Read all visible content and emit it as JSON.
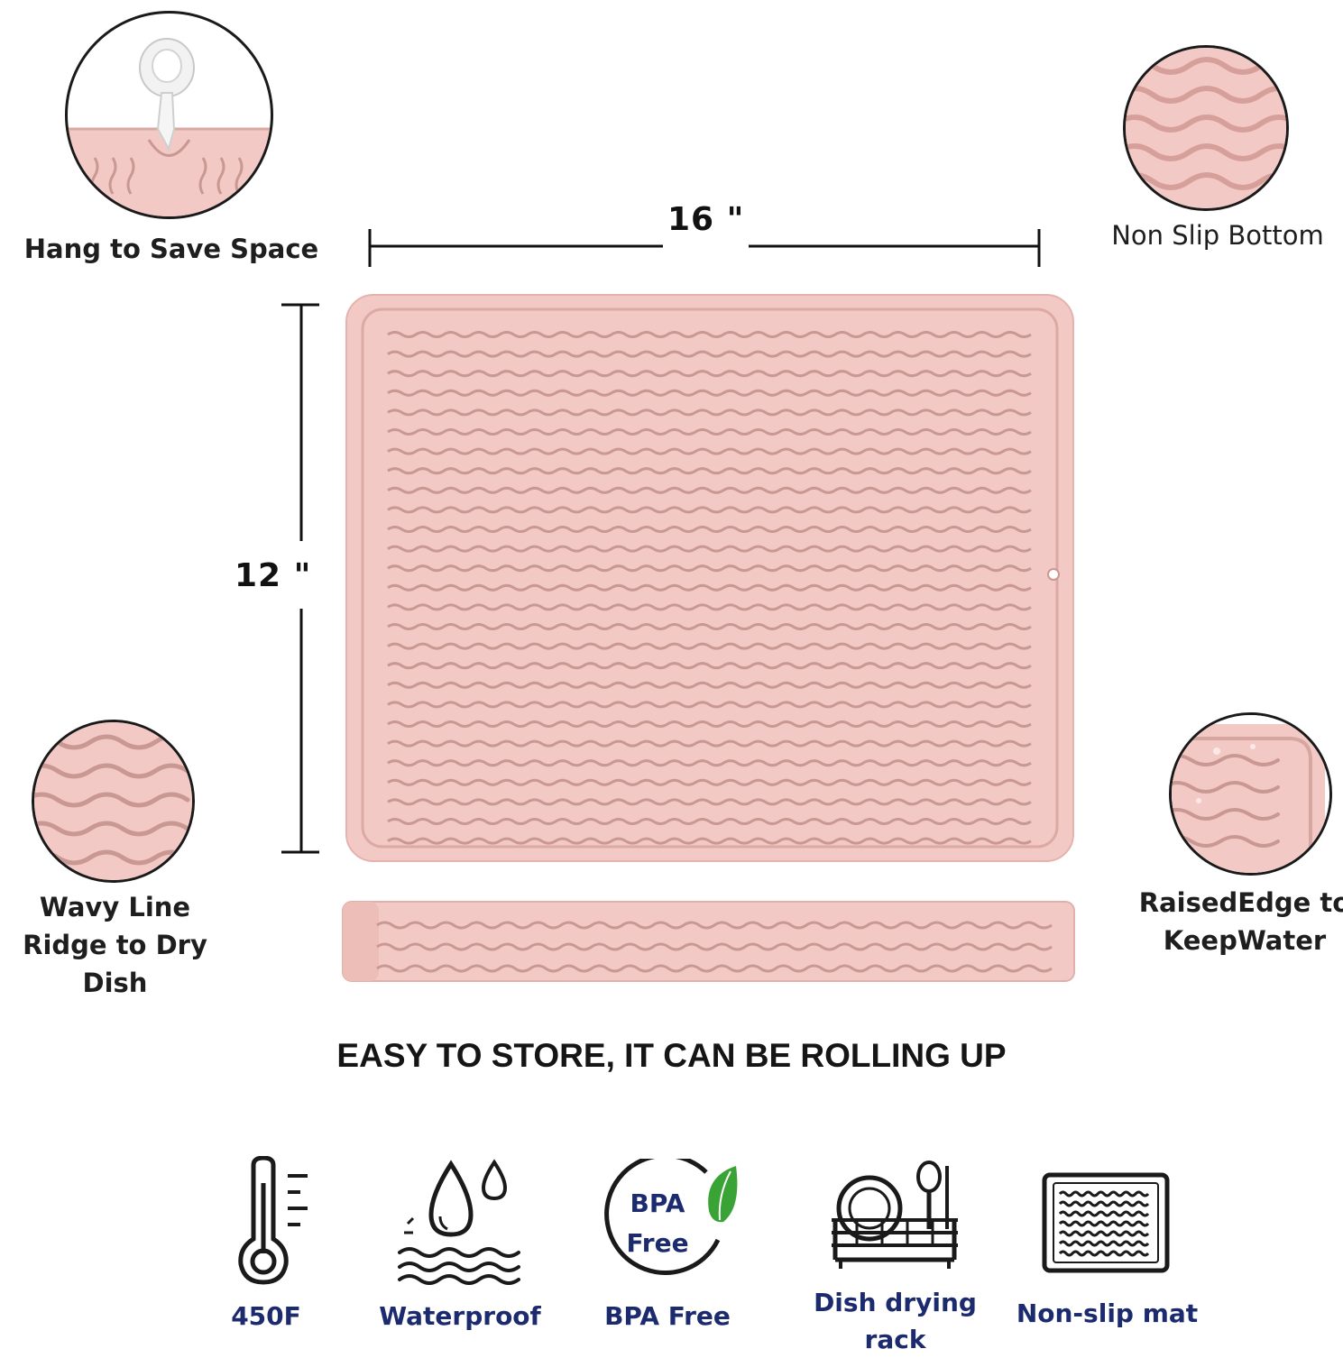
{
  "dimensions": {
    "width_label": "16 \"",
    "height_label": "12 \""
  },
  "features": {
    "hang": "Hang to Save Space",
    "non_slip_bottom": "Non Slip Bottom",
    "wavy_line": "Wavy Line Ridge to Dry Dish",
    "raised_edge": "RaisedEdge to KeepWater"
  },
  "headline": "EASY TO STORE, IT CAN BE ROLLING UP",
  "icons": [
    {
      "label": "450F"
    },
    {
      "label": "Waterproof"
    },
    {
      "label": "BPA Free",
      "badge_line1": "BPA",
      "badge_line2": "Free"
    },
    {
      "label": "Dish drying rack"
    },
    {
      "label": "Non-slip mat"
    }
  ],
  "colors": {
    "mat": "#f3c9c5",
    "mat_ridge": "#c99893",
    "icon_text": "#1c2a6e",
    "leaf": "#3aa335"
  }
}
